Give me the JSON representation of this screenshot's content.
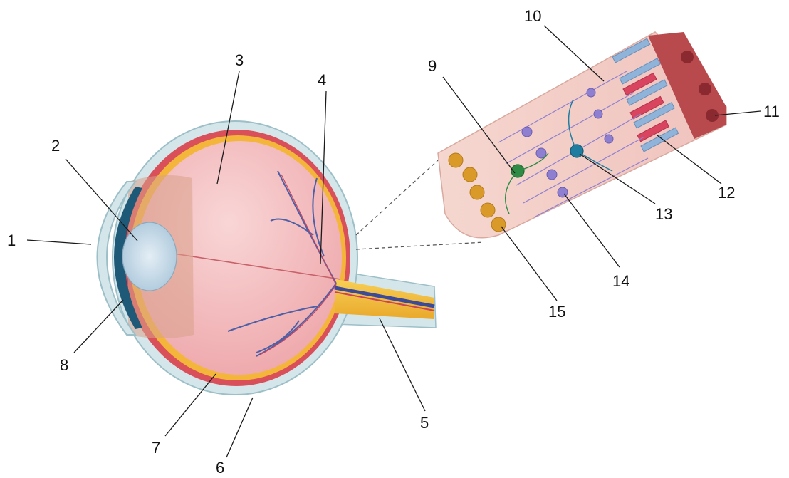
{
  "labels": [
    {
      "id": "1",
      "text": "1"
    },
    {
      "id": "2",
      "text": "2"
    },
    {
      "id": "3",
      "text": "3"
    },
    {
      "id": "4",
      "text": "4"
    },
    {
      "id": "5",
      "text": "5"
    },
    {
      "id": "6",
      "text": "6"
    },
    {
      "id": "7",
      "text": "7"
    },
    {
      "id": "8",
      "text": "8"
    },
    {
      "id": "9",
      "text": "9"
    },
    {
      "id": "10",
      "text": "10"
    },
    {
      "id": "11",
      "text": "11"
    },
    {
      "id": "12",
      "text": "12"
    },
    {
      "id": "13",
      "text": "13"
    },
    {
      "id": "14",
      "text": "14"
    },
    {
      "id": "15",
      "text": "15"
    }
  ],
  "colors": {
    "sclera": "#d4e6ea",
    "choroid": "#d9505a",
    "retina_band": "#f3b63a",
    "vitreous": "#f2b8bb",
    "lens": "#c5dbe8",
    "iris": "#1e5a78",
    "optic_nerve": "#f4c040",
    "retina_tissue": "#f6d3cf",
    "rod": "#8fb3d9",
    "cone": "#d9455f",
    "bipolar_cell": "#8e7fd0",
    "ganglion_cell": "#d99a2a",
    "pigment_epithelium": "#b84a4e"
  }
}
